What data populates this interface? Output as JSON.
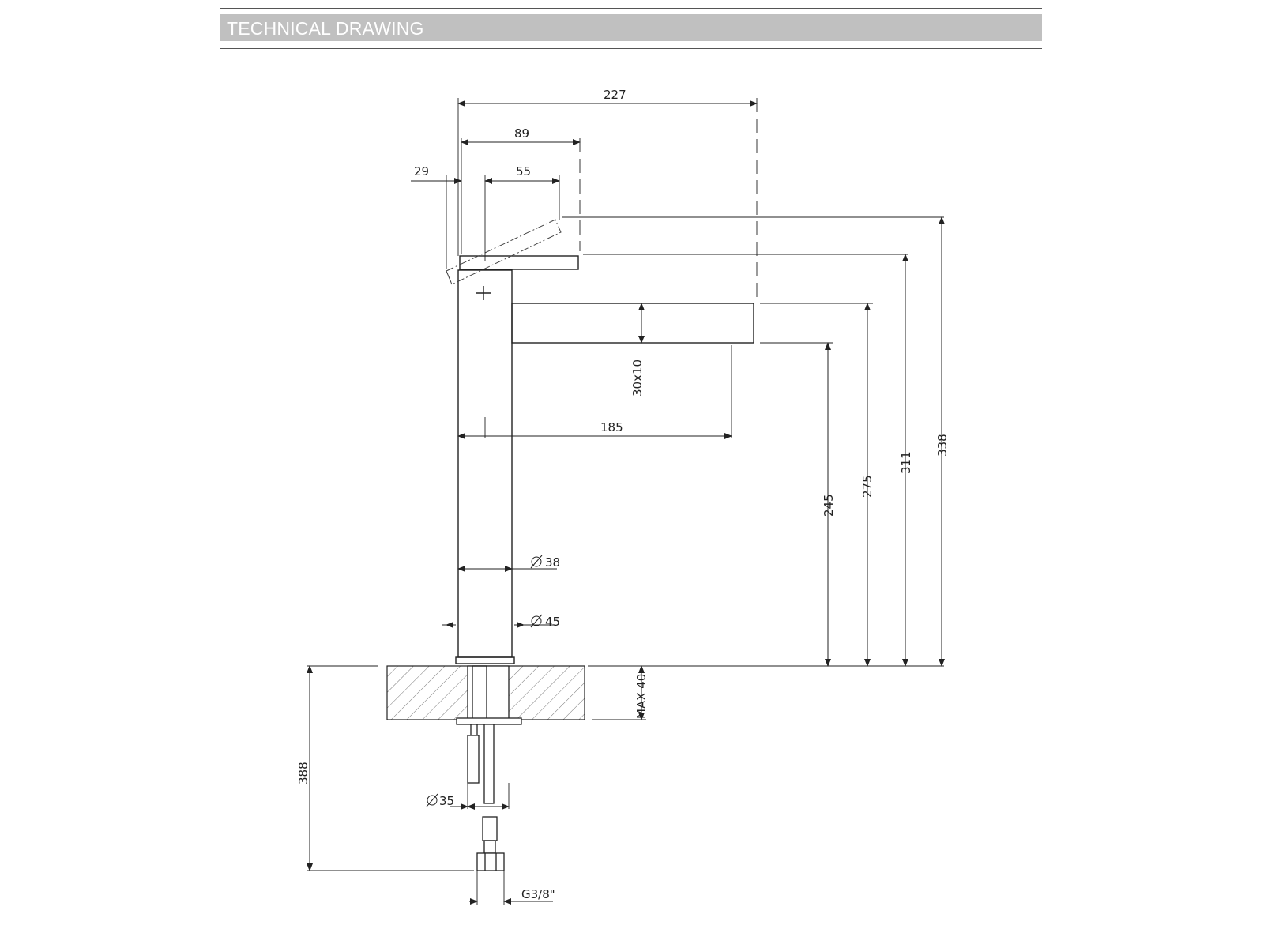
{
  "header": {
    "title": "TECHNICAL DRAWING"
  },
  "dimensions": {
    "overall_depth": "227",
    "handle_reach": "89",
    "offset_29": "29",
    "handle_55": "55",
    "spout_section": "30x10",
    "spout_reach": "185",
    "body_dia": "38",
    "base_dia": "45",
    "outlet_height": "245",
    "spout_top_height": "275",
    "handle_height": "311",
    "handle_open_height": "338",
    "deck_thickness": "MAX 40",
    "shank_length": "388",
    "shank_dia": "35",
    "thread": "G3/8\""
  },
  "colors": {
    "line": "#222222",
    "header_bar": "#c0c0c0",
    "header_text": "#ffffff"
  }
}
